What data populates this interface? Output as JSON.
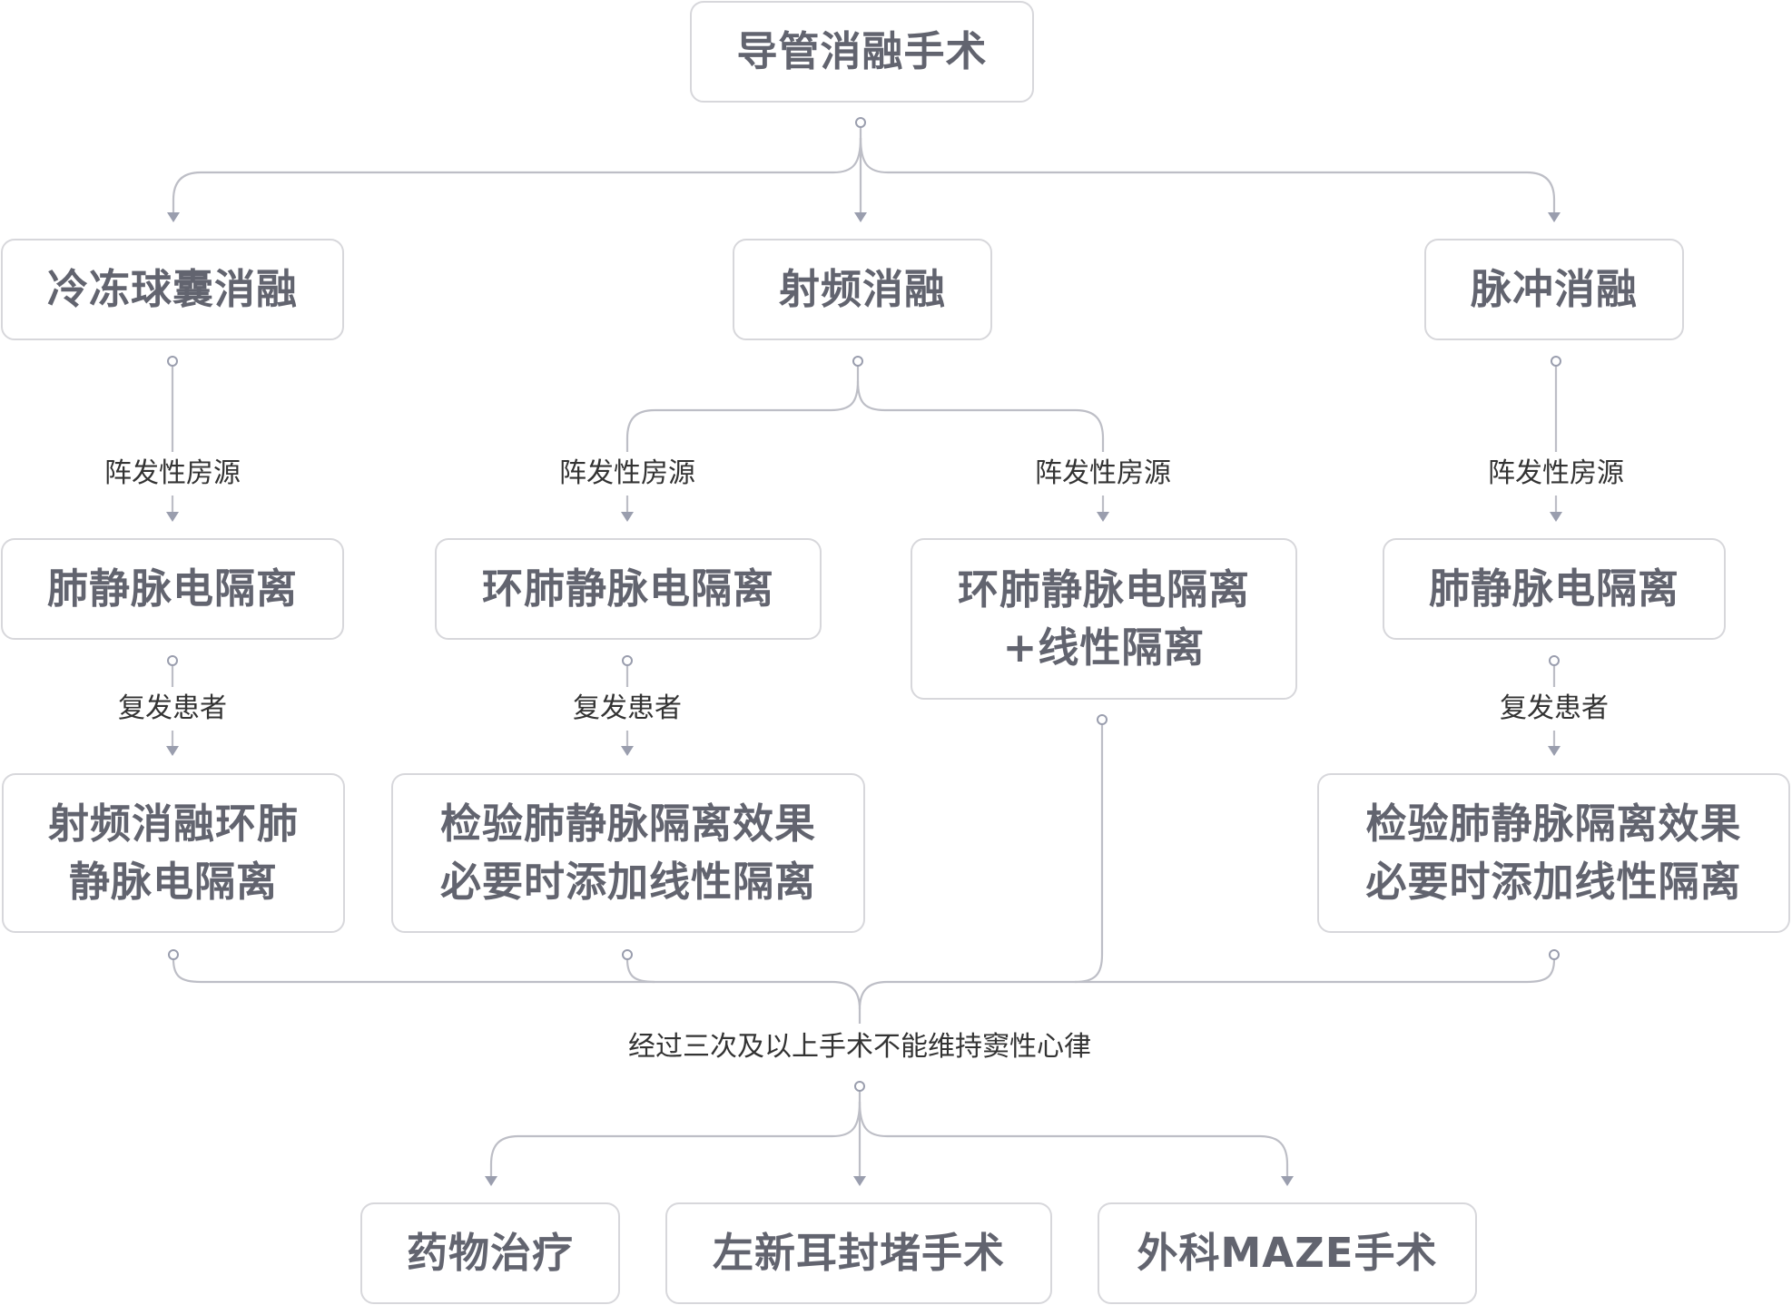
{
  "nodes": {
    "root": {
      "lines": [
        "导管消融手术"
      ]
    },
    "cryo": {
      "lines": [
        "冷冻球囊消融"
      ]
    },
    "rf": {
      "lines": [
        "射频消融"
      ]
    },
    "pulse": {
      "lines": [
        "脉冲消融"
      ]
    },
    "cryo_pvi": {
      "lines": [
        "肺静脉电隔离"
      ]
    },
    "rf_cpvi": {
      "lines": [
        "环肺静脉电隔离"
      ]
    },
    "rf_cpvi_linear": {
      "lines": [
        "环肺静脉电隔离",
        "+线性隔离"
      ]
    },
    "pulse_pvi": {
      "lines": [
        "肺静脉电隔离"
      ]
    },
    "cryo_redo": {
      "lines": [
        "射频消融环肺",
        "静脉电隔离"
      ]
    },
    "rf_redo": {
      "lines": [
        "检验肺静脉隔离效果",
        "必要时添加线性隔离"
      ]
    },
    "pulse_redo": {
      "lines": [
        "检验肺静脉隔离效果",
        "必要时添加线性隔离"
      ]
    },
    "drug": {
      "lines": [
        "药物治疗"
      ]
    },
    "laao": {
      "lines": [
        "左新耳封堵手术"
      ]
    },
    "maze": {
      "lines": [
        "外科MAZE手术"
      ]
    }
  },
  "edge_labels": {
    "cryo_to_pvi": "阵发性房源",
    "rf_to_cpvi": "阵发性房源",
    "rf_to_cpvi_linear": "阵发性房源",
    "pulse_to_pvi": "阵发性房源",
    "cryo_pvi_recur": "复发患者",
    "rf_cpvi_recur": "复发患者",
    "pulse_pvi_recur": "复发患者",
    "failure": "经过三次及以上手术不能维持窦性心律"
  },
  "colors": {
    "node_text": "#62646f",
    "node_border": "#d7d7db",
    "label_text": "#333333",
    "connector": "#bdbec6",
    "arrow": "#9a9eae"
  }
}
